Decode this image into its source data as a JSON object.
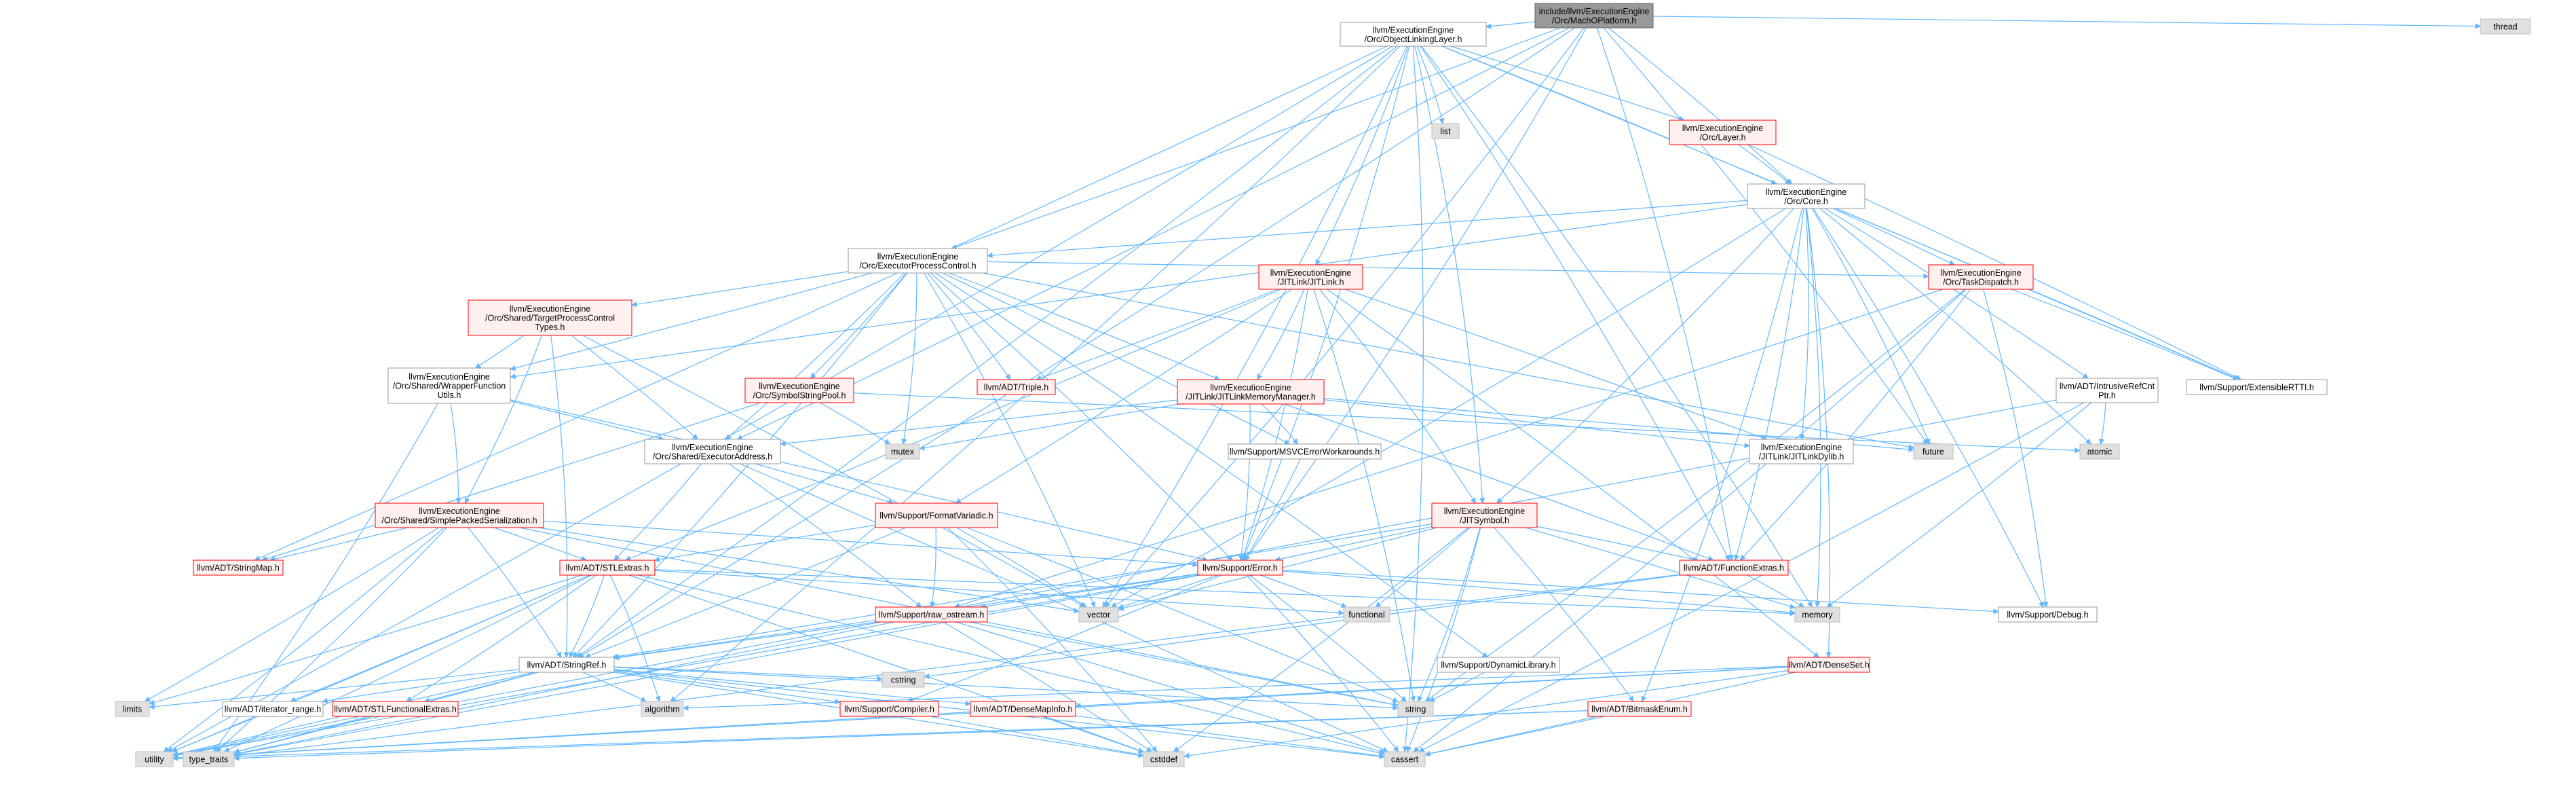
{
  "nodes": [
    {
      "id": "root",
      "lines": [
        "include/llvm/ExecutionEngine",
        "/Orc/MachOPlatform.h"
      ],
      "kind": "root"
    },
    {
      "id": "thread",
      "lines": [
        "thread"
      ],
      "kind": "std"
    },
    {
      "id": "objlink",
      "lines": [
        "llvm/ExecutionEngine",
        "/Orc/ObjectLinkingLayer.h"
      ],
      "kind": "plain"
    },
    {
      "id": "list",
      "lines": [
        "list"
      ],
      "kind": "std"
    },
    {
      "id": "layer",
      "lines": [
        "llvm/ExecutionEngine",
        "/Orc/Layer.h"
      ],
      "kind": "red"
    },
    {
      "id": "core",
      "lines": [
        "llvm/ExecutionEngine",
        "/Orc/Core.h"
      ],
      "kind": "plain"
    },
    {
      "id": "epc",
      "lines": [
        "llvm/ExecutionEngine",
        "/Orc/ExecutorProcessControl.h"
      ],
      "kind": "plain"
    },
    {
      "id": "tpctypes",
      "lines": [
        "llvm/ExecutionEngine",
        "/Orc/Shared/TargetProcessControl",
        "Types.h"
      ],
      "kind": "red"
    },
    {
      "id": "jitlink",
      "lines": [
        "llvm/ExecutionEngine",
        "/JITLink/JITLink.h"
      ],
      "kind": "red"
    },
    {
      "id": "taskdisp",
      "lines": [
        "llvm/ExecutionEngine",
        "/Orc/TaskDispatch.h"
      ],
      "kind": "red"
    },
    {
      "id": "wrapper",
      "lines": [
        "llvm/ExecutionEngine",
        "/Orc/Shared/WrapperFunction",
        "Utils.h"
      ],
      "kind": "plain"
    },
    {
      "id": "symstrpool",
      "lines": [
        "llvm/ExecutionEngine",
        "/Orc/SymbolStringPool.h"
      ],
      "kind": "red"
    },
    {
      "id": "triple",
      "lines": [
        "llvm/ADT/Triple.h"
      ],
      "kind": "red"
    },
    {
      "id": "jitlinkmem",
      "lines": [
        "llvm/ExecutionEngine",
        "/JITLink/JITLinkMemoryManager.h"
      ],
      "kind": "red"
    },
    {
      "id": "intrusive",
      "lines": [
        "llvm/ADT/IntrusiveRefCnt",
        "Ptr.h"
      ],
      "kind": "plain"
    },
    {
      "id": "extrtti",
      "lines": [
        "llvm/Support/ExtensibleRTTI.h"
      ],
      "kind": "plain"
    },
    {
      "id": "mutex",
      "lines": [
        "mutex"
      ],
      "kind": "std"
    },
    {
      "id": "execaddr",
      "lines": [
        "llvm/ExecutionEngine",
        "/Orc/Shared/ExecutorAddress.h"
      ],
      "kind": "plain"
    },
    {
      "id": "msvc",
      "lines": [
        "llvm/Support/MSVCErrorWorkarounds.h"
      ],
      "kind": "plain"
    },
    {
      "id": "future",
      "lines": [
        "future"
      ],
      "kind": "std"
    },
    {
      "id": "jitlinkdylib",
      "lines": [
        "llvm/ExecutionEngine",
        "/JITLink/JITLinkDylib.h"
      ],
      "kind": "plain"
    },
    {
      "id": "atomic",
      "lines": [
        "atomic"
      ],
      "kind": "std"
    },
    {
      "id": "simplepacked",
      "lines": [
        "llvm/ExecutionEngine",
        "/Orc/Shared/SimplePackedSerialization.h"
      ],
      "kind": "red"
    },
    {
      "id": "formatvariadic",
      "lines": [
        "llvm/Support/FormatVariadic.h"
      ],
      "kind": "red"
    },
    {
      "id": "jitsymbol",
      "lines": [
        "llvm/ExecutionEngine",
        "/JITSymbol.h"
      ],
      "kind": "red"
    },
    {
      "id": "stringmap",
      "lines": [
        "llvm/ADT/StringMap.h"
      ],
      "kind": "red"
    },
    {
      "id": "stlextras",
      "lines": [
        "llvm/ADT/STLExtras.h"
      ],
      "kind": "red"
    },
    {
      "id": "error",
      "lines": [
        "llvm/Support/Error.h"
      ],
      "kind": "red"
    },
    {
      "id": "functionextras",
      "lines": [
        "llvm/ADT/FunctionExtras.h"
      ],
      "kind": "red"
    },
    {
      "id": "vector",
      "lines": [
        "vector"
      ],
      "kind": "std"
    },
    {
      "id": "functional",
      "lines": [
        "functional"
      ],
      "kind": "std"
    },
    {
      "id": "memory",
      "lines": [
        "memory"
      ],
      "kind": "std"
    },
    {
      "id": "debug",
      "lines": [
        "llvm/Support/Debug.h"
      ],
      "kind": "plain"
    },
    {
      "id": "rawostream",
      "lines": [
        "llvm/Support/raw_ostream.h"
      ],
      "kind": "red"
    },
    {
      "id": "dynlib",
      "lines": [
        "llvm/Support/DynamicLibrary.h"
      ],
      "kind": "plain"
    },
    {
      "id": "denseset",
      "lines": [
        "llvm/ADT/DenseSet.h"
      ],
      "kind": "red"
    },
    {
      "id": "stringref",
      "lines": [
        "llvm/ADT/StringRef.h"
      ],
      "kind": "plain"
    },
    {
      "id": "limits",
      "lines": [
        "limits"
      ],
      "kind": "std"
    },
    {
      "id": "iterrange",
      "lines": [
        "llvm/ADT/iterator_range.h"
      ],
      "kind": "plain"
    },
    {
      "id": "stlfunc",
      "lines": [
        "llvm/ADT/STLFunctionalExtras.h"
      ],
      "kind": "red"
    },
    {
      "id": "algorithm",
      "lines": [
        "algorithm"
      ],
      "kind": "std"
    },
    {
      "id": "compiler",
      "lines": [
        "llvm/Support/Compiler.h"
      ],
      "kind": "red"
    },
    {
      "id": "cstring",
      "lines": [
        "cstring"
      ],
      "kind": "std"
    },
    {
      "id": "densemapinfo",
      "lines": [
        "llvm/ADT/DenseMapInfo.h"
      ],
      "kind": "red"
    },
    {
      "id": "string",
      "lines": [
        "string"
      ],
      "kind": "std"
    },
    {
      "id": "bitmask",
      "lines": [
        "llvm/ADT/BitmaskEnum.h"
      ],
      "kind": "red"
    },
    {
      "id": "utility",
      "lines": [
        "utility"
      ],
      "kind": "std"
    },
    {
      "id": "typetraits",
      "lines": [
        "type_traits"
      ],
      "kind": "std"
    },
    {
      "id": "cstddef",
      "lines": [
        "cstddef"
      ],
      "kind": "std"
    },
    {
      "id": "cassert",
      "lines": [
        "cassert"
      ],
      "kind": "std"
    }
  ],
  "edges": [
    [
      "root",
      "objlink"
    ],
    [
      "root",
      "thread"
    ],
    [
      "root",
      "epc"
    ],
    [
      "root",
      "core"
    ],
    [
      "root",
      "error"
    ],
    [
      "root",
      "future"
    ],
    [
      "root",
      "functionextras"
    ],
    [
      "root",
      "stringref"
    ],
    [
      "root",
      "execaddr"
    ],
    [
      "root",
      "vector"
    ],
    [
      "objlink",
      "list"
    ],
    [
      "objlink",
      "layer"
    ],
    [
      "objlink",
      "core"
    ],
    [
      "objlink",
      "jitlink"
    ],
    [
      "objlink",
      "jitsymbol"
    ],
    [
      "objlink",
      "vector"
    ],
    [
      "objlink",
      "error"
    ],
    [
      "objlink",
      "stringmap"
    ],
    [
      "objlink",
      "memory"
    ],
    [
      "objlink",
      "cassert"
    ],
    [
      "objlink",
      "utility"
    ],
    [
      "objlink",
      "stringref"
    ],
    [
      "objlink",
      "extrtti"
    ],
    [
      "objlink",
      "functionextras"
    ],
    [
      "objlink",
      "algorithm"
    ],
    [
      "layer",
      "core"
    ],
    [
      "layer",
      "extrtti"
    ],
    [
      "core",
      "epc"
    ],
    [
      "core",
      "taskdisp"
    ],
    [
      "core",
      "intrusive"
    ],
    [
      "core",
      "extrtti"
    ],
    [
      "core",
      "jitsymbol"
    ],
    [
      "core",
      "jitlinkdylib"
    ],
    [
      "core",
      "functionextras"
    ],
    [
      "core",
      "denseset"
    ],
    [
      "core",
      "wrapper"
    ],
    [
      "core",
      "future"
    ],
    [
      "core",
      "atomic"
    ],
    [
      "core",
      "memory"
    ],
    [
      "core",
      "vector"
    ],
    [
      "core",
      "debug"
    ],
    [
      "core",
      "bitmask"
    ],
    [
      "epc",
      "tpctypes"
    ],
    [
      "epc",
      "symstrpool"
    ],
    [
      "epc",
      "triple"
    ],
    [
      "epc",
      "jitlinkmem"
    ],
    [
      "epc",
      "taskdisp"
    ],
    [
      "epc",
      "wrapper"
    ],
    [
      "epc",
      "execaddr"
    ],
    [
      "epc",
      "msvc"
    ],
    [
      "epc",
      "dynlib"
    ],
    [
      "epc",
      "mutex"
    ],
    [
      "epc",
      "future"
    ],
    [
      "epc",
      "vector"
    ],
    [
      "epc",
      "stringref"
    ],
    [
      "epc",
      "error"
    ],
    [
      "tpctypes",
      "wrapper"
    ],
    [
      "tpctypes",
      "execaddr"
    ],
    [
      "tpctypes",
      "simplepacked"
    ],
    [
      "tpctypes",
      "stringref"
    ],
    [
      "tpctypes",
      "vector"
    ],
    [
      "wrapper",
      "execaddr"
    ],
    [
      "wrapper",
      "simplepacked"
    ],
    [
      "wrapper",
      "error"
    ],
    [
      "wrapper",
      "typetraits"
    ],
    [
      "symstrpool",
      "stringmap"
    ],
    [
      "symstrpool",
      "mutex"
    ],
    [
      "symstrpool",
      "atomic"
    ],
    [
      "jitlink",
      "jitlinkmem"
    ],
    [
      "jitlink",
      "jitsymbol"
    ],
    [
      "jitlink",
      "triple"
    ],
    [
      "jitlink",
      "formatvariadic"
    ],
    [
      "jitlink",
      "stlextras"
    ],
    [
      "jitlink",
      "error"
    ],
    [
      "jitlink",
      "denseset"
    ],
    [
      "jitlink",
      "jitlinkdylib"
    ],
    [
      "jitlink",
      "string"
    ],
    [
      "jitlinkmem",
      "execaddr"
    ],
    [
      "jitlinkmem",
      "jitlinkdylib"
    ],
    [
      "jitlinkmem",
      "msvc"
    ],
    [
      "jitlinkmem",
      "error"
    ],
    [
      "jitlinkmem",
      "functionextras"
    ],
    [
      "jitlinkmem",
      "future"
    ],
    [
      "jitlinkmem",
      "mutex"
    ],
    [
      "taskdisp",
      "extrtti"
    ],
    [
      "taskdisp",
      "functionextras"
    ],
    [
      "taskdisp",
      "debug"
    ],
    [
      "taskdisp",
      "rawostream"
    ],
    [
      "taskdisp",
      "cassert"
    ],
    [
      "taskdisp",
      "string"
    ],
    [
      "intrusive",
      "atomic"
    ],
    [
      "intrusive",
      "memory"
    ],
    [
      "intrusive",
      "cassert"
    ],
    [
      "intrusive",
      "utility"
    ],
    [
      "execaddr",
      "formatvariadic"
    ],
    [
      "execaddr",
      "rawostream"
    ],
    [
      "execaddr",
      "stlextras"
    ],
    [
      "execaddr",
      "cassert"
    ],
    [
      "execaddr",
      "type_traits"
    ],
    [
      "msvc",
      "error"
    ],
    [
      "simplepacked",
      "stlextras"
    ],
    [
      "simplepacked",
      "stringmap"
    ],
    [
      "simplepacked",
      "error"
    ],
    [
      "simplepacked",
      "stringref"
    ],
    [
      "simplepacked",
      "string"
    ],
    [
      "simplepacked",
      "tuple"
    ],
    [
      "simplepacked",
      "typetraits"
    ],
    [
      "simplepacked",
      "utility"
    ],
    [
      "simplepacked",
      "limits"
    ],
    [
      "simplepacked",
      "vector"
    ],
    [
      "formatvariadic",
      "stlextras"
    ],
    [
      "formatvariadic",
      "stringref"
    ],
    [
      "formatvariadic",
      "rawostream"
    ],
    [
      "formatvariadic",
      "string"
    ],
    [
      "formatvariadic",
      "vector"
    ],
    [
      "formatvariadic",
      "cstddef"
    ],
    [
      "jitsymbol",
      "error"
    ],
    [
      "jitsymbol",
      "functionextras"
    ],
    [
      "jitsymbol",
      "stringref"
    ],
    [
      "jitsymbol",
      "bitmask"
    ],
    [
      "jitsymbol",
      "functional"
    ],
    [
      "jitsymbol",
      "string"
    ],
    [
      "jitsymbol",
      "cassert"
    ],
    [
      "jitsymbol",
      "cstddef"
    ],
    [
      "jitsymbol",
      "memory"
    ],
    [
      "jitsymbol",
      "vector"
    ],
    [
      "stlextras",
      "stringref"
    ],
    [
      "stlextras",
      "iterrange"
    ],
    [
      "stlextras",
      "stlfunc"
    ],
    [
      "stlextras",
      "algorithm"
    ],
    [
      "stlextras",
      "cassert"
    ],
    [
      "stlextras",
      "cstddef"
    ],
    [
      "stlextras",
      "functional"
    ],
    [
      "stlextras",
      "limits"
    ],
    [
      "stlextras",
      "memory"
    ],
    [
      "stlextras",
      "utility"
    ],
    [
      "stlextras",
      "typetraits"
    ],
    [
      "error",
      "stringref"
    ],
    [
      "error",
      "rawostream"
    ],
    [
      "error",
      "compiler"
    ],
    [
      "error",
      "debug"
    ],
    [
      "error",
      "functional"
    ],
    [
      "error",
      "memory"
    ],
    [
      "error",
      "vector"
    ],
    [
      "error",
      "string"
    ],
    [
      "error",
      "cassert"
    ],
    [
      "error",
      "utility"
    ],
    [
      "error",
      "typetraits"
    ],
    [
      "functionextras",
      "memory"
    ],
    [
      "functionextras",
      "cstring"
    ],
    [
      "functionextras",
      "typetraits"
    ],
    [
      "rawostream",
      "stringref"
    ],
    [
      "rawostream",
      "cassert"
    ],
    [
      "rawostream",
      "string"
    ],
    [
      "rawostream",
      "typetraits"
    ],
    [
      "rawostream",
      "cstddef"
    ],
    [
      "dynlib",
      "string"
    ],
    [
      "denseset",
      "densemapinfo"
    ],
    [
      "denseset",
      "algorithm"
    ],
    [
      "denseset",
      "cstddef"
    ],
    [
      "denseset",
      "utility"
    ],
    [
      "denseset",
      "cassert"
    ],
    [
      "stringref",
      "iterrange"
    ],
    [
      "stringref",
      "stlfunc"
    ],
    [
      "stringref",
      "compiler"
    ],
    [
      "stringref",
      "densemapinfo"
    ],
    [
      "stringref",
      "algorithm"
    ],
    [
      "stringref",
      "cassert"
    ],
    [
      "stringref",
      "cstddef"
    ],
    [
      "stringref",
      "cstring"
    ],
    [
      "stringref",
      "limits"
    ],
    [
      "stringref",
      "string"
    ],
    [
      "stringref",
      "typetraits"
    ],
    [
      "stringref",
      "utility"
    ],
    [
      "iterrange",
      "utility"
    ],
    [
      "stlfunc",
      "utility"
    ],
    [
      "stlfunc",
      "typetraits"
    ],
    [
      "compiler",
      "cstddef"
    ],
    [
      "densemapinfo",
      "cassert"
    ],
    [
      "densemapinfo",
      "cstddef"
    ],
    [
      "densemapinfo",
      "utility"
    ],
    [
      "bitmask",
      "cassert"
    ],
    [
      "bitmask",
      "typetraits"
    ],
    [
      "bitmask",
      "utility"
    ]
  ],
  "colors": {
    "root_fill": "#999999",
    "std_fill": "#e0e0e0",
    "plain_fill": "#ffffff",
    "red_fill": "#fff0f0",
    "red_border": "#ff0000",
    "border": "#999999",
    "edge": "#63b8ff"
  }
}
